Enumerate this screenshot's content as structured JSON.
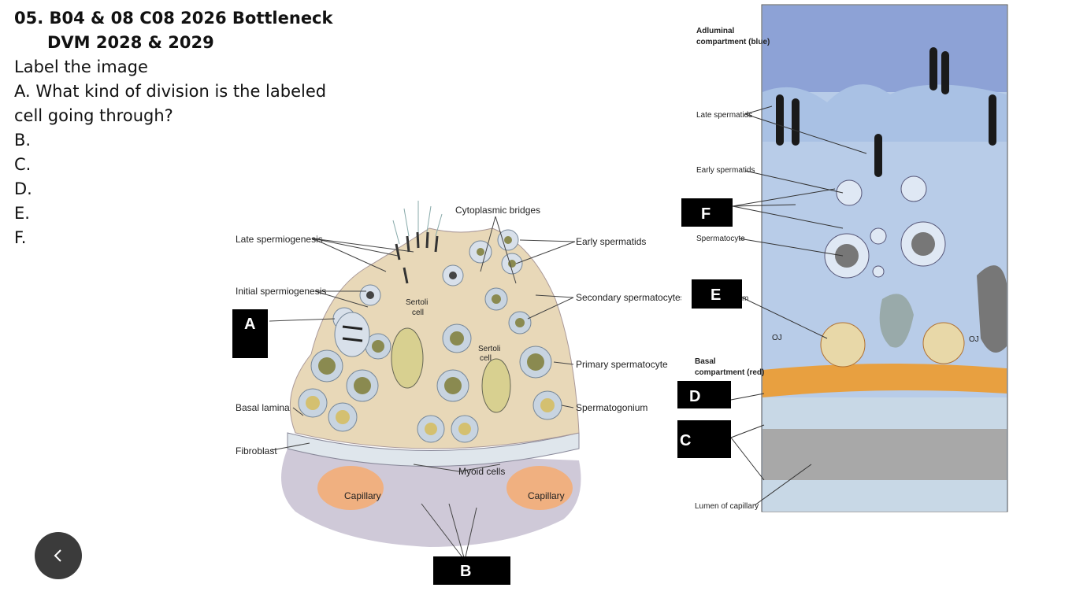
{
  "question": {
    "title_line1": "05. B04 & 08 C08 2026 Bottleneck",
    "title_line2": "DVM 2028 & 2029",
    "instruction": "Label the image",
    "item_a_line1": "A. What kind of division is the labeled",
    "item_a_line2": "cell going through?",
    "items": [
      "B.",
      "C.",
      "D.",
      "E.",
      "F."
    ]
  },
  "left_figure": {
    "labels": {
      "late_spermiogenesis": "Late spermiogenesis",
      "initial_spermiogenesis": "Initial spermiogenesis",
      "cytoplasmic_bridges": "Cytoplasmic bridges",
      "early_spermatids": "Early spermatids",
      "secondary_spermatocytes": "Secondary spermatocytes",
      "primary_spermatocyte": "Primary spermatocyte",
      "spermatogonium": "Spermatogonium",
      "basal_lamina": "Basal lamina",
      "fibroblast": "Fibroblast",
      "myoid_cells": "Myoid cells",
      "capillary_left": "Capillary",
      "capillary_right": "Capillary",
      "sertoli_1a": "Sertoli",
      "sertoli_1b": "cell",
      "sertoli_2a": "Sertoli",
      "sertoli_2b": "cell"
    },
    "boxes": {
      "a": "A",
      "b": "B"
    }
  },
  "right_figure": {
    "labels": {
      "adluminal_1": "Adluminal",
      "adluminal_2": "compartment (blue)",
      "late_spermatids": "Late spermatids",
      "early_spermatids": "Early spermatids",
      "spermatocyte": "Spermatocyte",
      "basal_1": "Basal",
      "basal_2": "compartment (red)",
      "lumen_of_capillary": "Lumen of capillary",
      "oj_left": "OJ",
      "oj_right": "OJ",
      "m_fragment": "m"
    },
    "boxes": {
      "c": "C",
      "d": "D",
      "e": "E",
      "f": "F"
    }
  },
  "nav": {
    "icon": "chevron-left-icon"
  },
  "colors": {
    "box": "#000000",
    "adluminal": "#a8c0e0",
    "basal": "#e8a040",
    "sertoli": "#e8d8b8",
    "capillary": "#f0b080"
  }
}
